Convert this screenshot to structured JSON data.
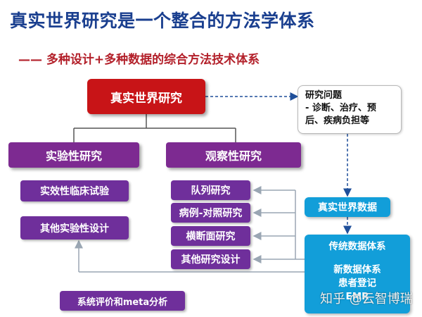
{
  "title": "真实世界研究是一个整合的方法学体系",
  "subtitle": "—— 多种设计+多种数据的综合方法技术体系",
  "root": "真实世界研究",
  "experimental": {
    "header": "实验性研究",
    "items": [
      "实效性临床试验",
      "其他实验性设计"
    ]
  },
  "observational": {
    "header": "观察性研究",
    "items": [
      "队列研究",
      "病例-对照研究",
      "横断面研究",
      "其他研究设计"
    ]
  },
  "research_question": {
    "title": "研究问题",
    "lines": [
      "- 诊断、治疗、预",
      "后、疾病负担等"
    ]
  },
  "rwd": "真实世界数据",
  "data_systems": {
    "traditional": "传统数据体系",
    "new": "新数据体系",
    "registry": "患者登记",
    "emr": "EMR"
  },
  "meta": "系统评价和meta分析",
  "watermark": "知乎 @云智博瑞",
  "colors": {
    "title": "#1a3f8f",
    "subtitle": "#b3202a",
    "root": "#c81417",
    "purple": "#7d2a91",
    "blue": "#129ed9"
  }
}
